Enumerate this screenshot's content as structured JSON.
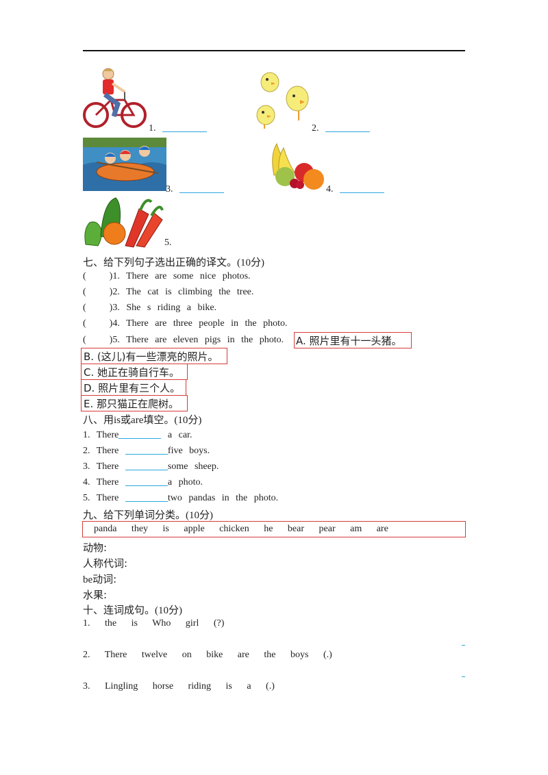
{
  "pictures": [
    {
      "number": "1."
    },
    {
      "number": "2."
    },
    {
      "number": "3."
    },
    {
      "number": "4."
    },
    {
      "number": "5."
    }
  ],
  "sec7": {
    "title": "七、给下列句子选出正确的译文。",
    "score": "(10分)",
    "items": [
      {
        "paren": "(",
        "num": ")1.",
        "text": "There are some nice photos."
      },
      {
        "paren": "(",
        "num": ")2.",
        "text": "The cat is climbing the tree."
      },
      {
        "paren": "(",
        "num": ")3.",
        "text": "She s riding a bike."
      },
      {
        "paren": "(",
        "num": ")4.",
        "text": "There are three people in the photo."
      },
      {
        "paren": "(",
        "num": ")5.",
        "text": "There are eleven pigs in the photo."
      }
    ],
    "options": [
      "A. 照片里有十一头猪。",
      "B. (这儿)有一些漂亮的照片。",
      "C. 她正在骑自行车。",
      "D. 照片里有三个人。",
      "E. 那只猫正在爬树。"
    ]
  },
  "sec8": {
    "title_a": "八、用",
    "title_b": "is",
    "title_c": "或",
    "title_d": "are",
    "title_e": "填空。",
    "score": "(10分)",
    "items": [
      {
        "num": "1.",
        "pre": "There",
        "post": "a car."
      },
      {
        "num": "2.",
        "pre": "There",
        "post": "five boys."
      },
      {
        "num": "3.",
        "pre": "There",
        "post": "some sheep."
      },
      {
        "num": "4.",
        "pre": "There",
        "post": "a photo."
      },
      {
        "num": "5.",
        "pre": "There",
        "post": "two pandas in the photo."
      }
    ]
  },
  "sec9": {
    "title": "九、给下列单词分类。",
    "score": "(10分)",
    "words": "panda they is apple chicken he bear pear am are",
    "cat_animals": "动物:",
    "cat_pronouns": "人称代词:",
    "cat_be_a": "be",
    "cat_be_b": "动词:",
    "cat_fruit": "水果:"
  },
  "sec10": {
    "title": "十、连词成句。",
    "score": "(10分)",
    "items": [
      "1. the is Who girl (?)",
      "2. There twelve on bike are the boys (.)",
      "3. Lingling horse riding is a (.)"
    ]
  }
}
